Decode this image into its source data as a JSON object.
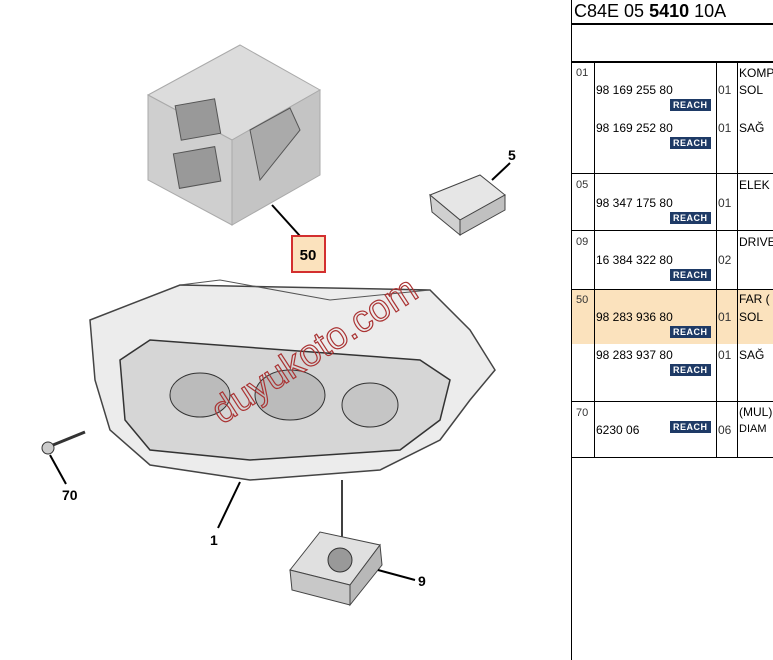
{
  "header": {
    "code_prefix": "C84E 05 ",
    "code_bold": "5410",
    "code_suffix": " 10A"
  },
  "badge_label": "REACH",
  "rows": [
    {
      "ref": "01",
      "desc": "KOMP",
      "parts": [
        {
          "number": "98 169 255 80",
          "qty": "01",
          "side": "SOL"
        },
        {
          "number": "98 169 252 80",
          "qty": "01",
          "side": "SAĞ"
        }
      ]
    },
    {
      "ref": "05",
      "desc": "ELEK",
      "parts": [
        {
          "number": "98 347 175 80",
          "qty": "01",
          "side": ""
        }
      ]
    },
    {
      "ref": "09",
      "desc": "DRIVE",
      "parts": [
        {
          "number": "16 384 322 80",
          "qty": "02",
          "side": ""
        }
      ]
    },
    {
      "ref": "50",
      "desc": "FAR (",
      "parts": [
        {
          "number": "98 283 936 80",
          "qty": "01",
          "side": "SOL"
        },
        {
          "number": "98 283 937 80",
          "qty": "01",
          "side": "SAĞ"
        }
      ]
    },
    {
      "ref": "70",
      "desc": "(MUL)",
      "parts": [
        {
          "number": "6230 06",
          "qty": "06",
          "side": "DIAM"
        }
      ]
    }
  ],
  "diagram": {
    "callouts": [
      "50",
      "5",
      "1",
      "9",
      "70"
    ],
    "watermark": "duyukoto.com",
    "highlight_color": "#fbe2bd",
    "callout_border": "#d32f2f"
  }
}
